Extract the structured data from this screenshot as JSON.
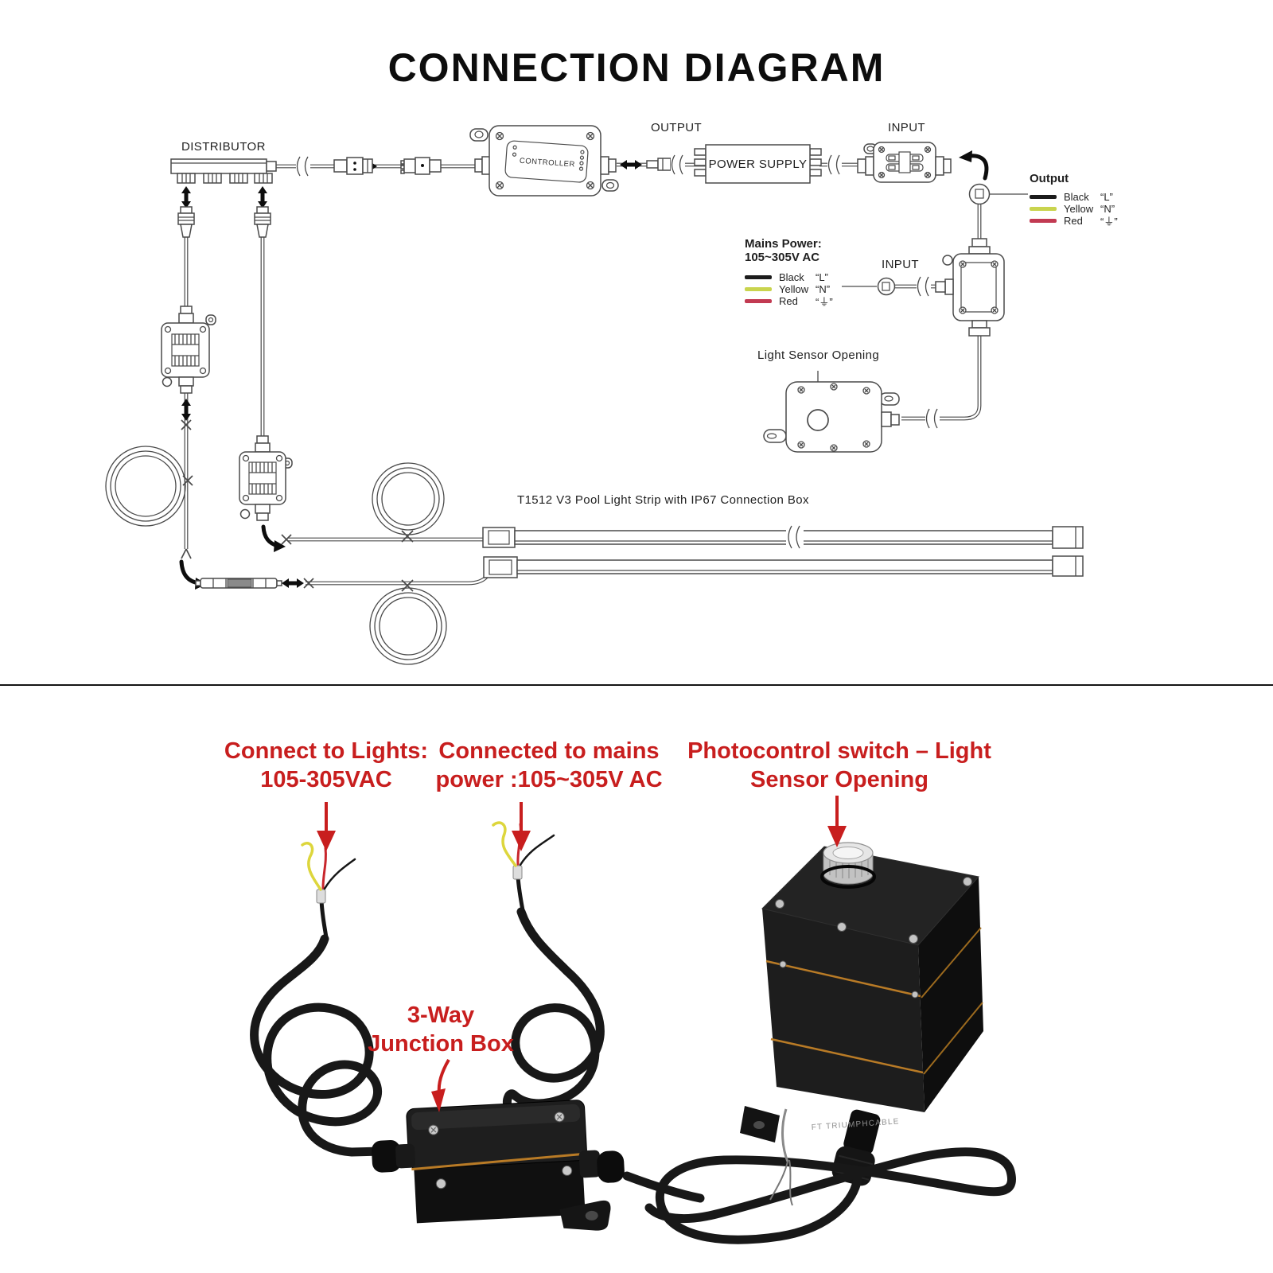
{
  "title": "CONNECTION DIAGRAM",
  "colors": {
    "wire_black": "#1c1c1c",
    "wire_yellow": "#c9d44e",
    "wire_red": "#c23a52",
    "annotation_red": "#c81e1e",
    "gasket_orange": "#b97b26"
  },
  "diagram": {
    "distributor": "DISTRIBUTOR",
    "controller": "CONTROLLER",
    "output": "OUTPUT",
    "power_supply": "POWER SUPPLY",
    "input": "INPUT",
    "output_legend": {
      "title": "Output",
      "rows": [
        {
          "label": "Black",
          "code": "“L”"
        },
        {
          "label": "Yellow",
          "code": "“N”"
        },
        {
          "label": "Red",
          "code": "“⏚”"
        }
      ]
    },
    "mains_legend": {
      "title_line1": "Mains Power:",
      "title_line2": "105~305V AC",
      "input": "INPUT",
      "rows": [
        {
          "label": "Black",
          "code": "“L”"
        },
        {
          "label": "Yellow",
          "code": "“N”"
        },
        {
          "label": "Red",
          "code": "“⏚”"
        }
      ]
    },
    "light_sensor": "Light Sensor Opening",
    "strip": "T1512 V3 Pool Light Strip with IP67 Connection Box"
  },
  "photo": {
    "connect_lights": {
      "line1": "Connect to Lights:",
      "line2": "105-305VAC"
    },
    "mains": {
      "line1": "Connected to mains",
      "line2": "power :105~305V AC"
    },
    "photocontrol": {
      "line1": "Photocontrol switch – Light",
      "line2": "Sensor Opening"
    },
    "junction": {
      "line1": "3-Way",
      "line2": "Junction Box"
    },
    "cable_print": "FT TRIUMPHCABLE"
  }
}
